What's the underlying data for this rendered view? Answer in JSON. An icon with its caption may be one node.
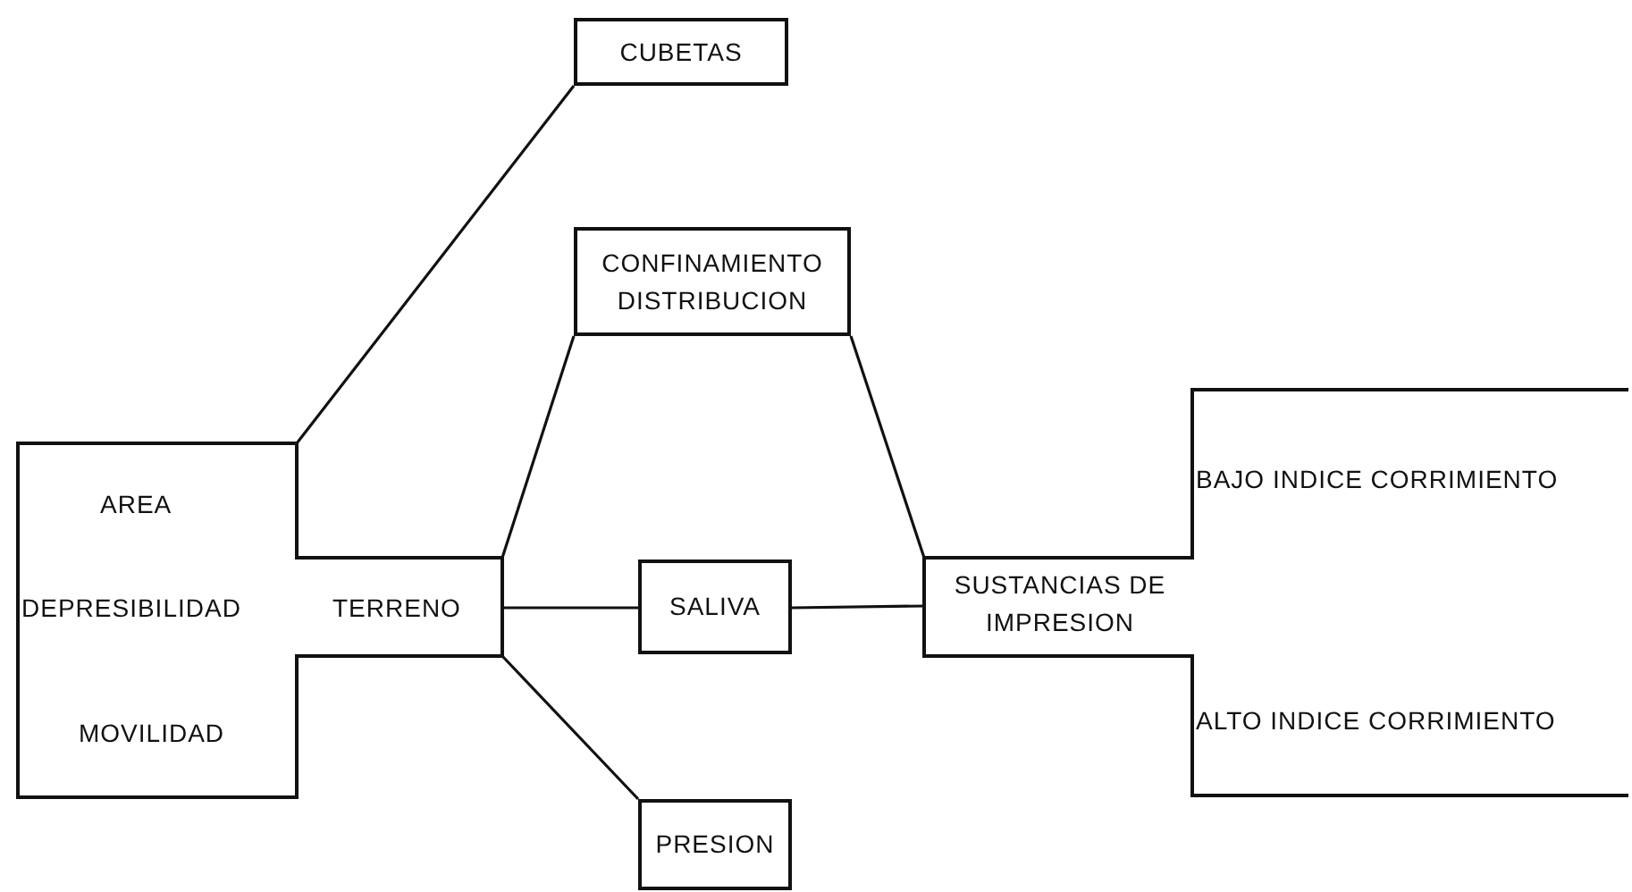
{
  "diagram": {
    "nodes": [
      {
        "text": [
          "CUBETAS"
        ]
      },
      {
        "text": [
          "CONFINAMIENTO",
          "DISTRIBUCION"
        ]
      },
      {
        "text": [
          "BAJO INDICE CORRIMIENTO",
          "SUSTANCIAS DE IMPRESION",
          "ALTO INDICE CORRIMIENTO"
        ]
      },
      {
        "text": [
          "AREA",
          "DEPRESIBILIDAD",
          "TERRENO",
          "MOVILIDAD"
        ]
      },
      {
        "text": [
          "SALIVA"
        ]
      },
      {
        "text": [
          "PRESION"
        ]
      }
    ],
    "edges": [
      {
        "from": 3,
        "to": 0,
        "arrow": "none"
      },
      {
        "from": 3,
        "to": 1,
        "arrow": "none"
      },
      {
        "from": 3,
        "to": 4,
        "arrow": "none"
      },
      {
        "from": 3,
        "to": 5,
        "arrow": "none"
      },
      {
        "from": 1,
        "to": 2,
        "arrow": "none"
      },
      {
        "from": 4,
        "to": 2,
        "arrow": "none"
      }
    ]
  }
}
